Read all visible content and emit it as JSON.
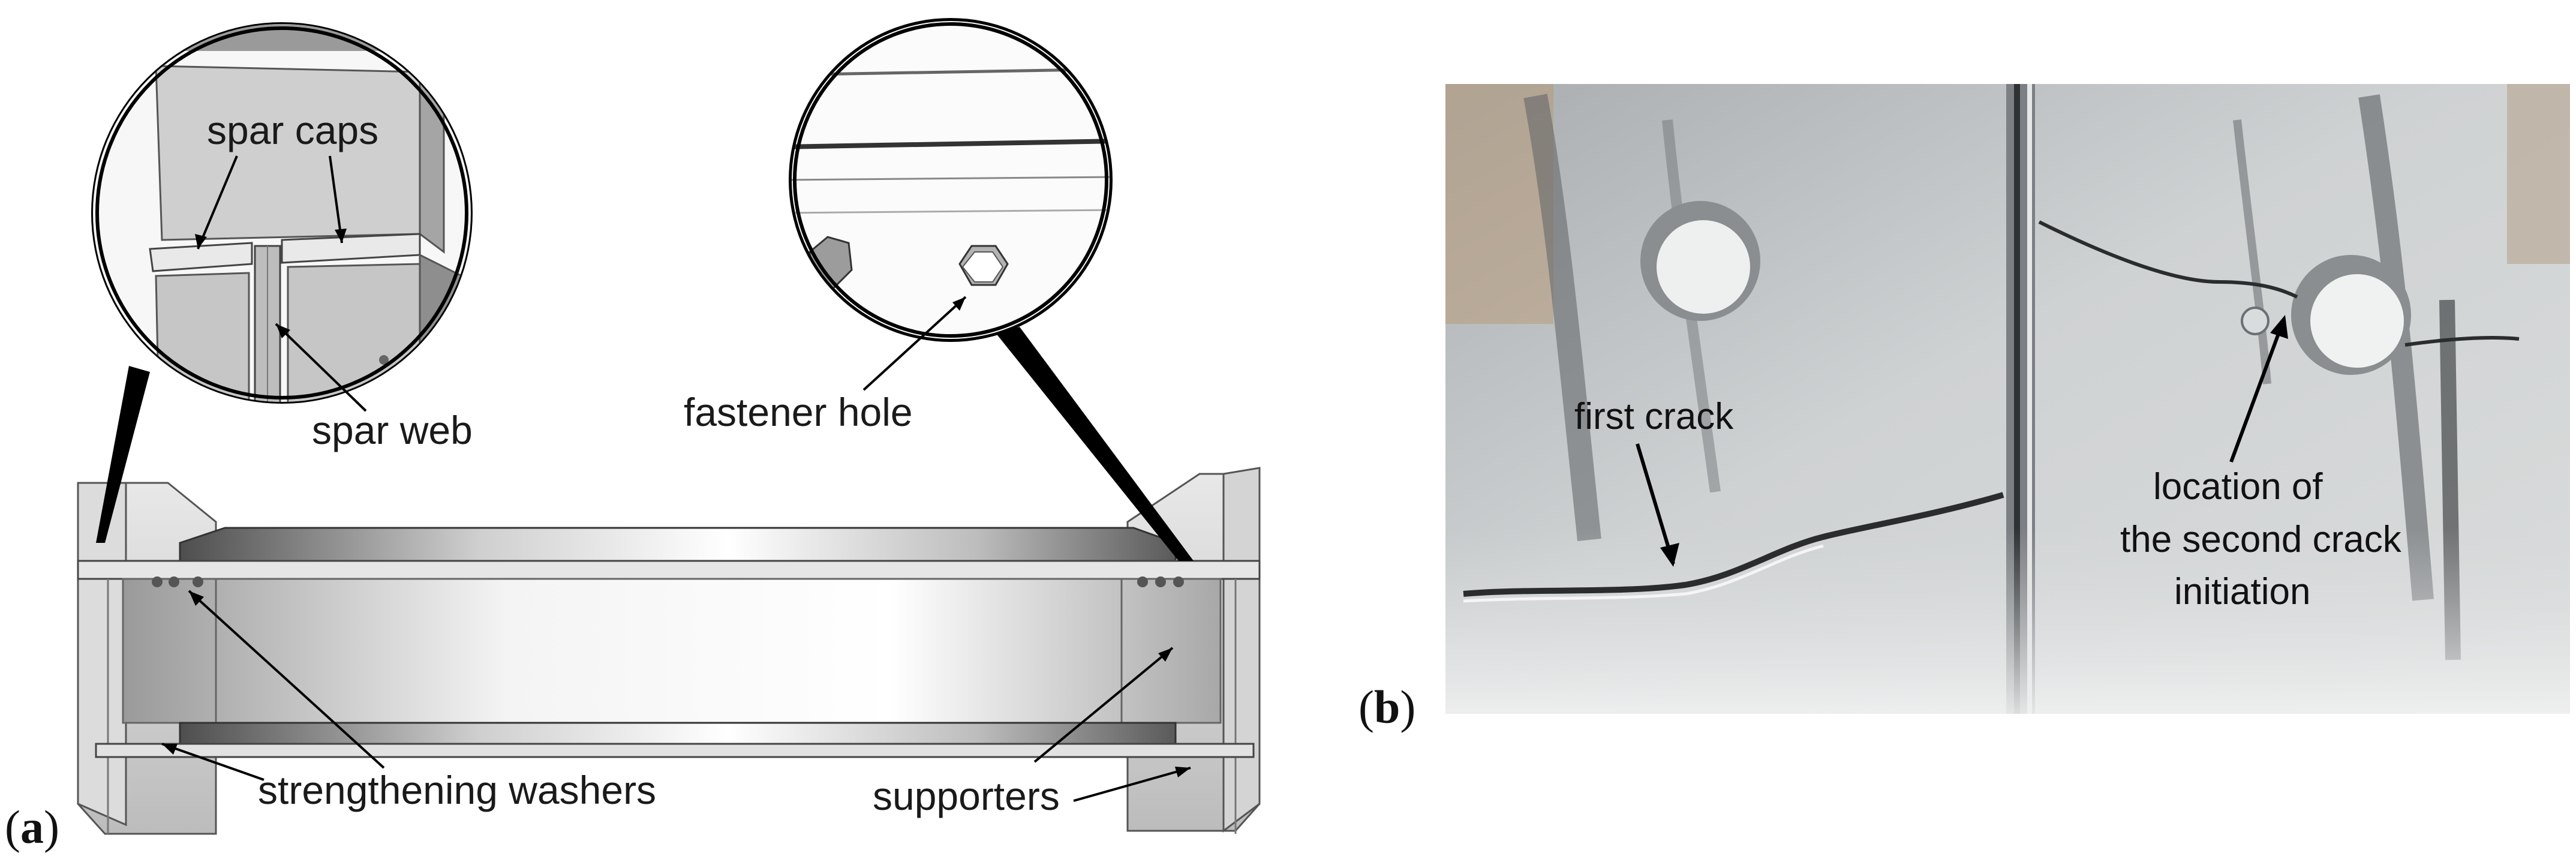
{
  "panel_a": {
    "letter_open": "(",
    "letter": "a",
    "letter_close": ")",
    "labels": {
      "spar_caps": "spar caps",
      "spar_web": "spar web",
      "fastener_hole": "fastener hole",
      "strengthening_washers": "strengthening washers",
      "supporters": "supporters"
    }
  },
  "panel_b": {
    "letter_open": "(",
    "letter": "b",
    "letter_close": ")",
    "labels": {
      "first_crack": "first crack",
      "second_crack_line1": "location of",
      "second_crack_line2": "the second crack",
      "second_crack_line3": "initiation"
    }
  },
  "colors": {
    "metal_light": "#f2f2f2",
    "metal_mid": "#c8c8c8",
    "metal_dark": "#6e6e6e",
    "photo_base": "#b9bcbe",
    "callout_black": "#000000"
  }
}
